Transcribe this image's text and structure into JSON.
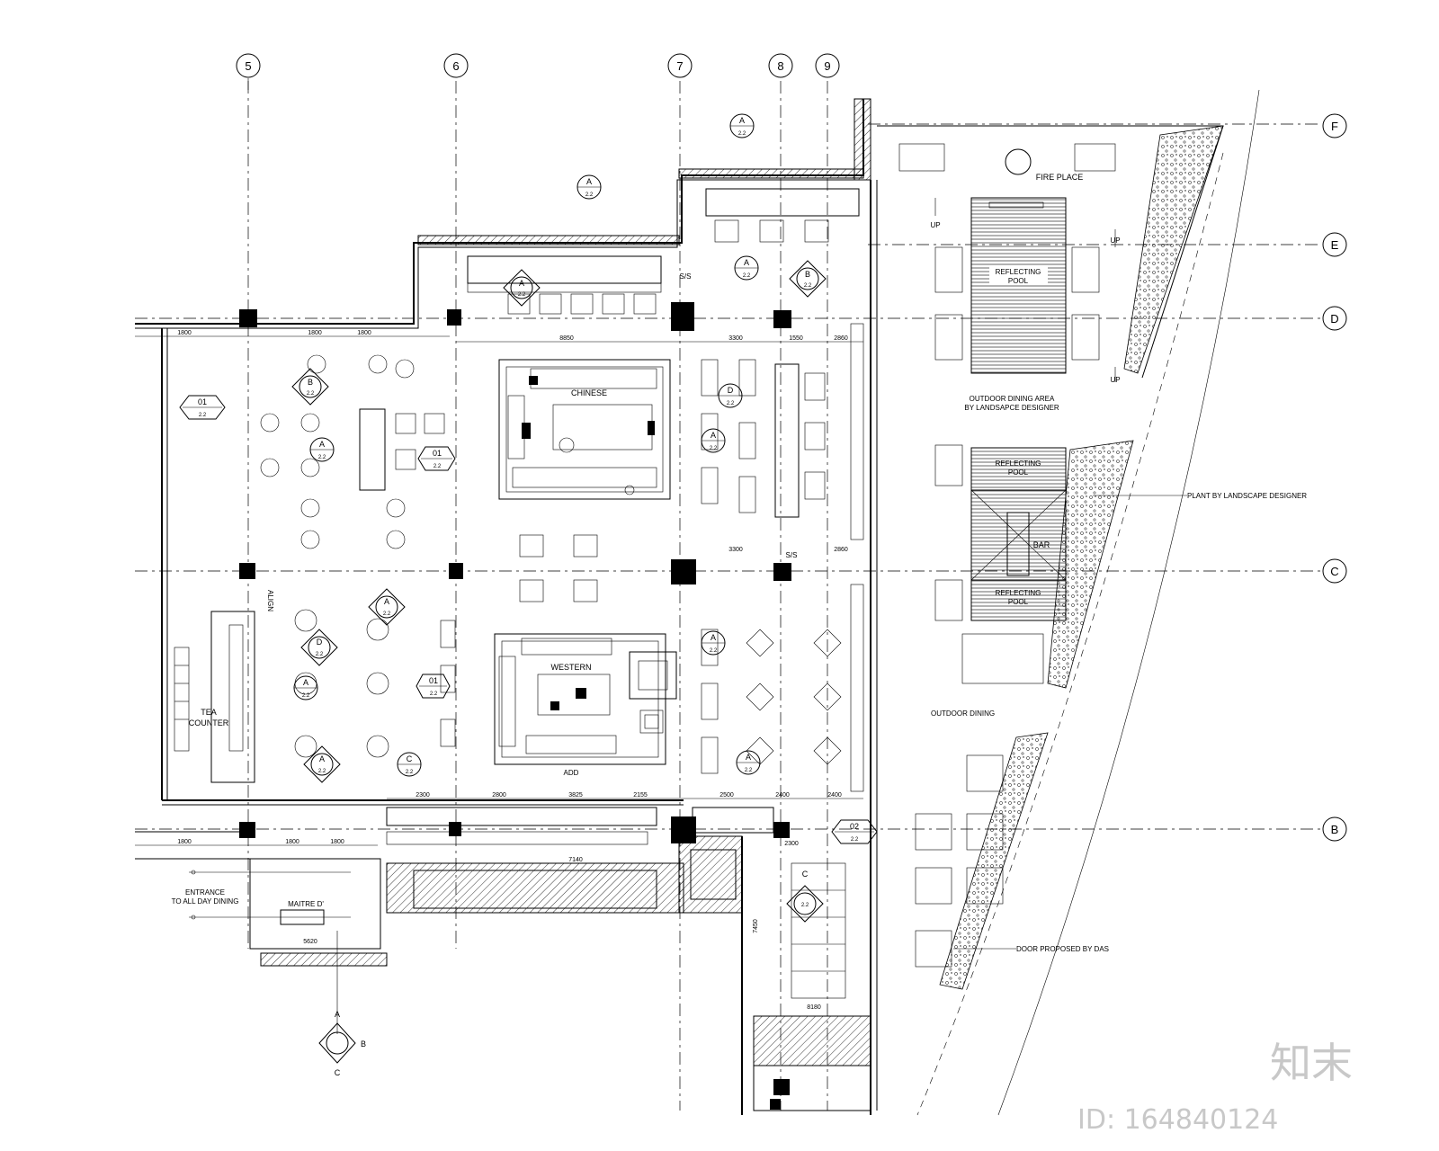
{
  "grid": {
    "vertical": [
      "5",
      "6",
      "7",
      "8",
      "9"
    ],
    "horizontal": [
      "F",
      "E",
      "D",
      "C",
      "B"
    ]
  },
  "zones": {
    "chinese": "CHINESE",
    "western": "WESTERN",
    "add": "ADD",
    "tea_counter_1": "TEA",
    "tea_counter_2": "COUNTER",
    "maitre": "MAITRE D'",
    "entrance_1": "ENTRANCE",
    "entrance_2": "TO ALL DAY DINING",
    "bar": "BAR",
    "fire_place": "FIRE PLACE",
    "reflecting_pool": "REFLECTING",
    "pool": "POOL",
    "ss": "S/S",
    "up": "UP",
    "align": "ALIGN"
  },
  "annotations": {
    "outdoor_area_1": "OUTDOOR DINING AREA",
    "outdoor_area_2": "BY LANDSAPCE DESIGNER",
    "plant": "PLANT BY LANDSCAPE DESIGNER",
    "outdoor_dining": "OUTDOOR DINING",
    "door": "DOOR PROPOSED BY DAS"
  },
  "tags": {
    "tag01": "01",
    "tag02": "02",
    "sec_a": "A",
    "sec_b": "B",
    "sec_c": "C",
    "sec_d": "D",
    "sec_ref": "2.2"
  },
  "dimensions": {
    "d1800": "1800",
    "d5620": "5620",
    "d8850": "8850",
    "d3300": "3300",
    "d2500": "2500",
    "d2400": "2400",
    "d2800": "2800",
    "d3825": "3825",
    "d2155": "2155",
    "d8180": "8180",
    "d7450": "7450",
    "d2300": "2300",
    "d7140": "7140",
    "d1550": "1550",
    "d2860": "2860"
  },
  "watermark": {
    "brand": "知末",
    "id": "ID: 164840124"
  }
}
